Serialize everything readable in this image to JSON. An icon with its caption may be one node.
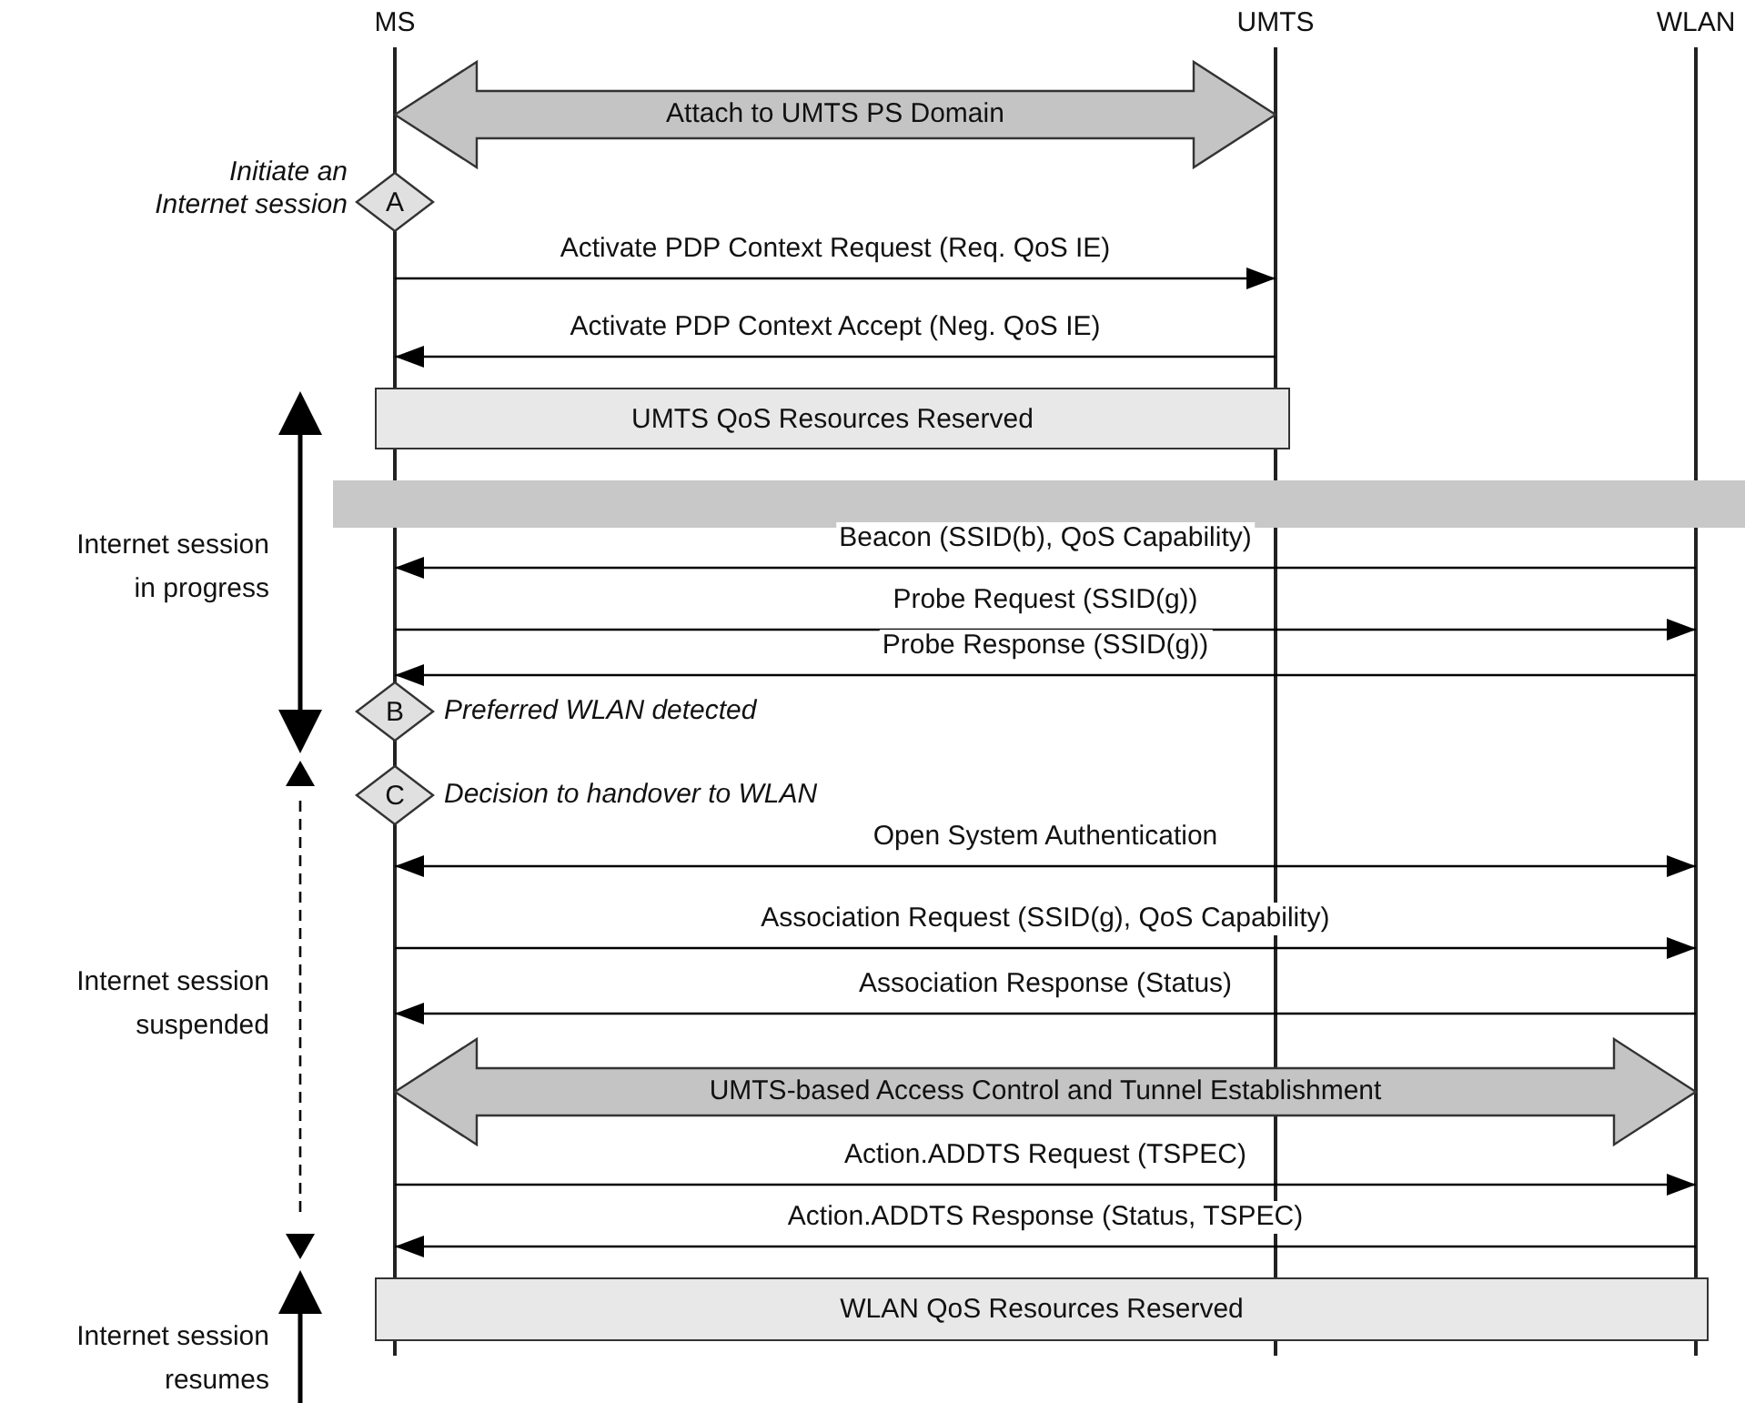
{
  "diagram": {
    "nodes": [
      {
        "text": [
          "MS"
        ]
      },
      {
        "text": [
          "UMTS"
        ]
      },
      {
        "text": [
          "WLAN"
        ]
      },
      {
        "text": [
          "A"
        ],
        "beside": [
          "Initiate an Internet session"
        ]
      },
      {
        "text": [
          "UMTS QoS Resources Reserved"
        ]
      },
      {
        "text": [],
        "shape": "bar"
      },
      {
        "text": [
          "B"
        ],
        "beside": [
          "Preferred WLAN detected"
        ]
      },
      {
        "text": [
          "C"
        ],
        "beside": [
          "Decision to handover to WLAN"
        ]
      },
      {
        "text": [
          "WLAN QoS Resources Reserved"
        ]
      }
    ],
    "edges": [
      {
        "from": 0,
        "to": 1,
        "arrow": "both",
        "label": "Attach to UMTS PS Domain",
        "style": "thick"
      },
      {
        "from": 0,
        "to": 1,
        "arrow": "to",
        "label": "Activate PDP Context Request (Req. QoS IE)"
      },
      {
        "from": 1,
        "to": 0,
        "arrow": "to",
        "label": "Activate PDP Context Accept (Neg. QoS IE)"
      },
      {
        "from": 2,
        "to": 0,
        "arrow": "to",
        "label": "Beacon (SSID(b), QoS Capability)"
      },
      {
        "from": 0,
        "to": 2,
        "arrow": "to",
        "label": "Probe Request (SSID(g))"
      },
      {
        "from": 2,
        "to": 0,
        "arrow": "to",
        "label": "Probe Response (SSID(g))"
      },
      {
        "from": 0,
        "to": 2,
        "arrow": "both",
        "label": "Open System Authentication"
      },
      {
        "from": 0,
        "to": 2,
        "arrow": "to",
        "label": "Association Request (SSID(g), QoS Capability)"
      },
      {
        "from": 2,
        "to": 0,
        "arrow": "to",
        "label": "Association Response (Status)"
      },
      {
        "from": 0,
        "to": 2,
        "arrow": "both",
        "label": "UMTS-based Access Control and Tunnel Establishment",
        "style": "thick"
      },
      {
        "from": 0,
        "to": 2,
        "arrow": "to",
        "label": "Action.ADDTS Request (TSPEC)"
      },
      {
        "from": 2,
        "to": 0,
        "arrow": "to",
        "label": "Action.ADDTS Response (Status, TSPEC)"
      }
    ],
    "labels": [
      "Internet session in progress",
      "Internet session suspended",
      "Internet session resumes"
    ]
  }
}
